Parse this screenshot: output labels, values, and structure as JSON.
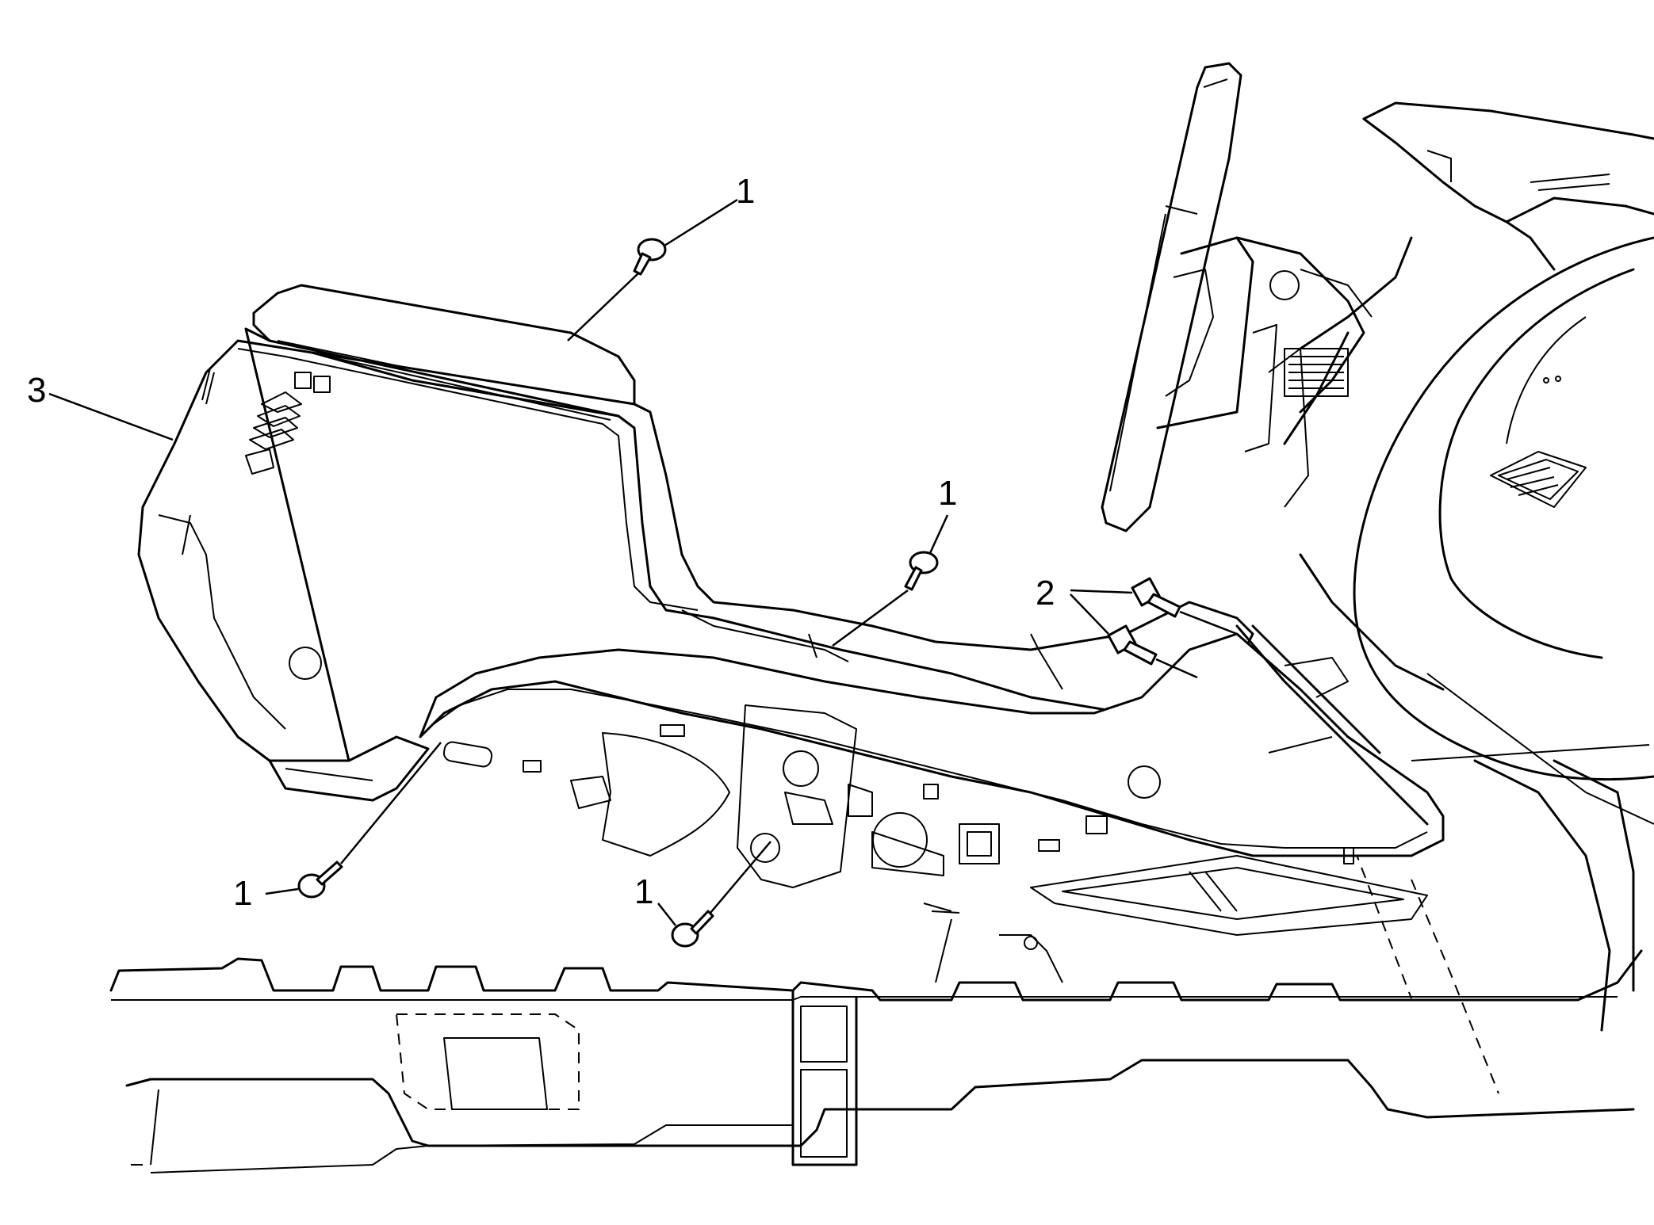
{
  "callouts": [
    {
      "id": "fastener-top",
      "label": "1"
    },
    {
      "id": "fastener-middle",
      "label": "1"
    },
    {
      "id": "fastener-lower-left",
      "label": "1"
    },
    {
      "id": "fastener-lower-center",
      "label": "1"
    },
    {
      "id": "bolts",
      "label": "2"
    },
    {
      "id": "console",
      "label": "3"
    }
  ],
  "colors": {
    "line": "#000000",
    "background": "#ffffff"
  }
}
